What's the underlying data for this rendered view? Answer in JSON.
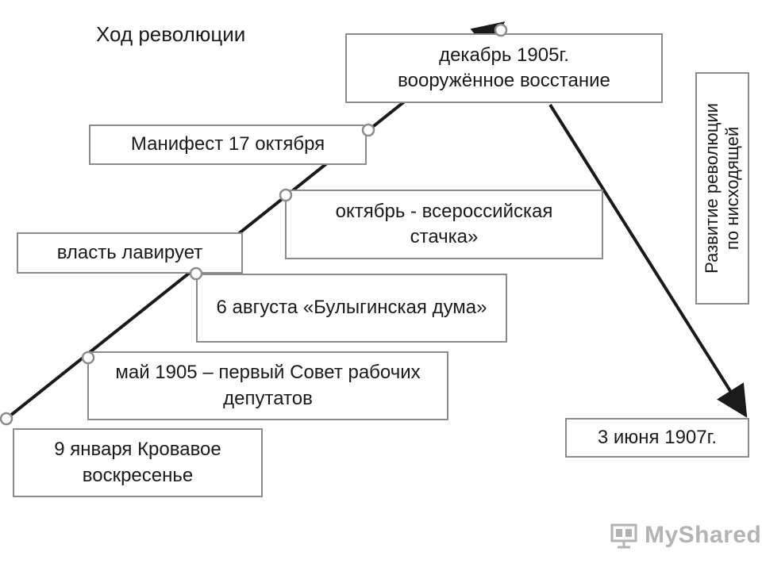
{
  "title": "Ход революции",
  "events": {
    "bloody_sunday": "9 января Кровавое воскресенье",
    "first_soviet": "май 1905 – первый Совет рабочих депутатов",
    "bulygin_duma": "6 августа «Булыгинская дума»",
    "authority_maneuvers": "власть лавирует",
    "october_strike": "октябрь - всероссийская стачка»",
    "october_manifesto": "Манифест 17 октября",
    "december_uprising": "декабрь 1905г. вооружённое восстание",
    "june_1907": "3 июня 1907г."
  },
  "side_note": {
    "line1": "Развитие революции",
    "line2": "по нисходящей"
  },
  "watermark": "MyShared",
  "colors": {
    "line": "#1a1a1a",
    "box_border": "#8c8c8c",
    "marker_border": "#8c8c8c"
  }
}
